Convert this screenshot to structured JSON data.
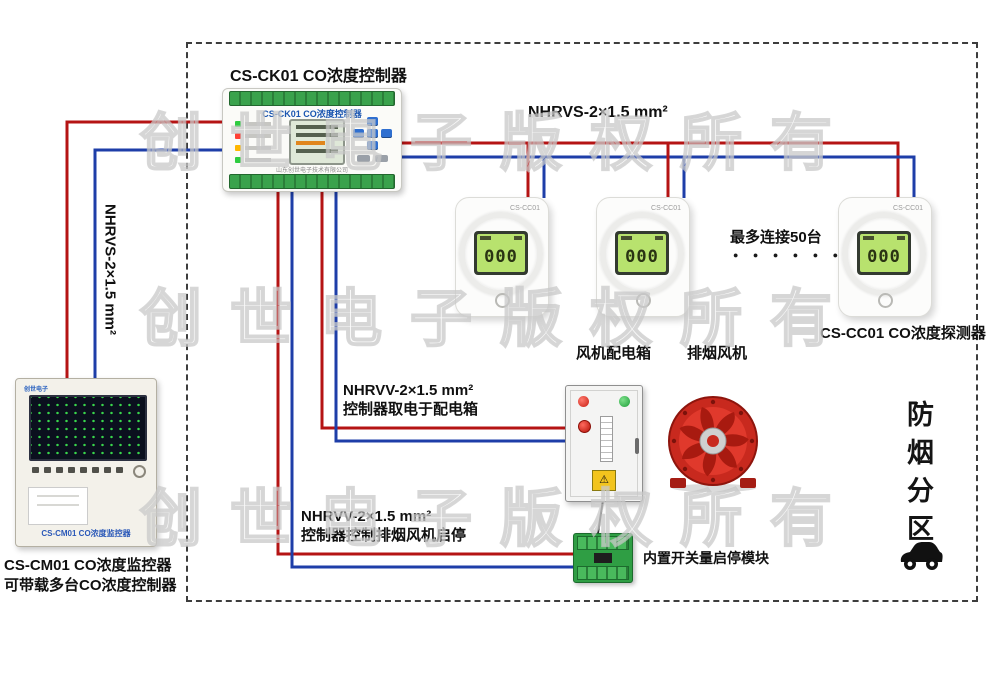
{
  "watermark": {
    "text": "创世电子版权所有"
  },
  "colors": {
    "wire_red": "#b51414",
    "wire_blue": "#1e3ea8",
    "lcd_green": "#b8e26e",
    "fan_red": "#c8291e",
    "pcb_green": "#2f9e44"
  },
  "icons": {
    "warning": "⚠"
  },
  "header": {
    "controller_title": "CS-CK01 CO浓度控制器"
  },
  "wires": {
    "bus_top_label": "NHRVS-2×1.5 mm²",
    "left_label": "NHRVS-2×1.5 mm²",
    "power_label_line1": "NHRVV-2×1.5 mm²",
    "power_label_line2": "控制器取电于配电箱",
    "control_label_line1": "NHRVV-2×1.5 mm²",
    "control_label_line2": "控制器控制排烟风机启停"
  },
  "controller": {
    "panel_title": "CS-CK01 CO浓度控制器",
    "company": "山东创世电子技术有限公司"
  },
  "detectors": {
    "model": "CS-CC01",
    "reading": "000",
    "caption": "CS-CC01 CO浓度探测器",
    "max_connect": "最多连接50台",
    "dots": "● ● ● ● ● ●"
  },
  "equipment": {
    "fan_box_caption": "风机配电箱",
    "fan_caption": "排烟风机",
    "module_caption": "内置开关量启停模块"
  },
  "monitor": {
    "logo": "创世电子",
    "panel_label": "CS-CM01 CO浓度监控器",
    "caption_line1": "CS-CM01 CO浓度监控器",
    "caption_line2": "可带载多台CO浓度控制器"
  },
  "zone": {
    "label": "防烟分区"
  }
}
